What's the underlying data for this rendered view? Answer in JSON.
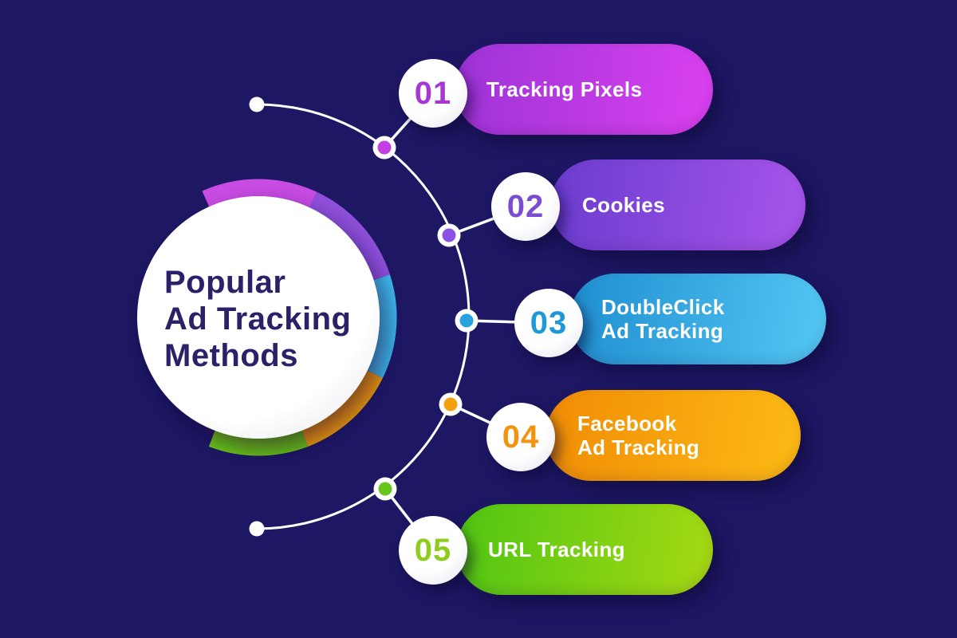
{
  "title": {
    "lines": [
      "Popular",
      "Ad Tracking",
      "Methods"
    ],
    "text_color": "#2b2168"
  },
  "items": [
    {
      "number": "01",
      "label_lines": [
        "Tracking Pixels"
      ],
      "number_color": "#a637d2",
      "dot_color": "#c43fe2",
      "ring_color": "#c94be4",
      "pill_colors": [
        "#9c33d6",
        "#db41ef"
      ]
    },
    {
      "number": "02",
      "label_lines": [
        "Cookies"
      ],
      "number_color": "#7a4cd2",
      "dot_color": "#8b50e4",
      "ring_color": "#9050dd",
      "pill_colors": [
        "#6a3ccf",
        "#a855ea"
      ]
    },
    {
      "number": "03",
      "label_lines": [
        "DoubleClick",
        "Ad Tracking"
      ],
      "number_color": "#1d98d8",
      "dot_color": "#2aa2e2",
      "ring_color": "#41b8ec",
      "pill_colors": [
        "#1f8ed0",
        "#54c8f4"
      ]
    },
    {
      "number": "04",
      "label_lines": [
        "Facebook",
        "Ad Tracking"
      ],
      "number_color": "#f39410",
      "dot_color": "#f5a00f",
      "ring_color": "#f69d0c",
      "pill_colors": [
        "#f08c05",
        "#fdbb15"
      ]
    },
    {
      "number": "05",
      "label_lines": [
        "URL Tracking"
      ],
      "number_color": "#8ecd1e",
      "dot_color": "#66c61a",
      "ring_color": "#6ec717",
      "pill_colors": [
        "#4fc513",
        "#a6d913"
      ]
    }
  ],
  "colors": {
    "background": "#1e1764",
    "center_circle": "#ffffff",
    "arc_line": "#ffffff"
  }
}
